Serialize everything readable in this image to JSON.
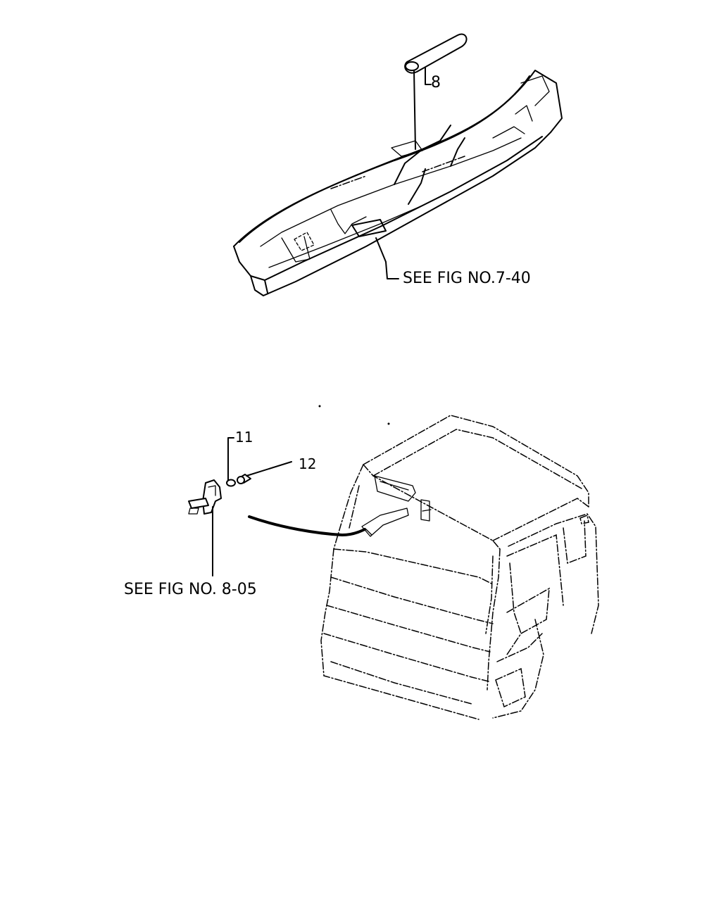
{
  "labels": {
    "part_8": "8",
    "part_11": "11",
    "part_12": "12",
    "ref_dashboard": "SEE FIG NO.7-40",
    "ref_handle": "SEE FIG NO. 8-05"
  },
  "colors": {
    "line": "#000000",
    "background": "#ffffff"
  }
}
